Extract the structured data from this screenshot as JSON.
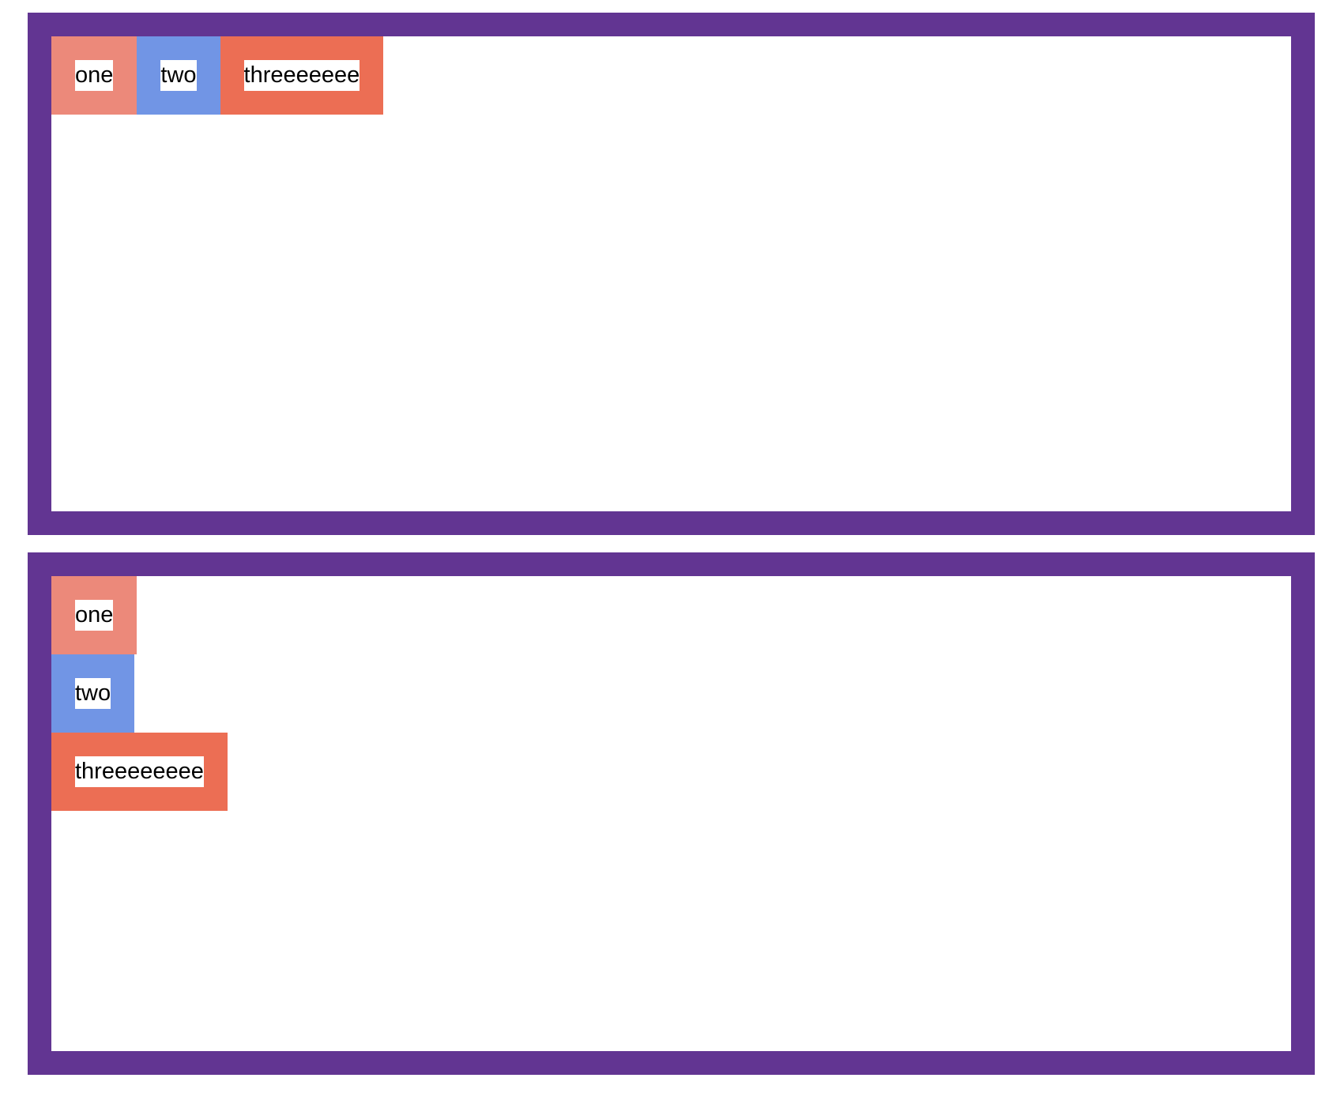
{
  "colors": {
    "border": "#623592",
    "one": "#EC897A",
    "two": "#7195E5",
    "three": "#EC6E54",
    "label_bg": "#FFFFFF"
  },
  "containers": [
    {
      "direction": "row",
      "items": [
        {
          "label": "one"
        },
        {
          "label": "two"
        },
        {
          "label": "threeeeeee"
        }
      ]
    },
    {
      "direction": "column",
      "items": [
        {
          "label": "one"
        },
        {
          "label": "two"
        },
        {
          "label": "threeeeeeee"
        }
      ]
    }
  ]
}
